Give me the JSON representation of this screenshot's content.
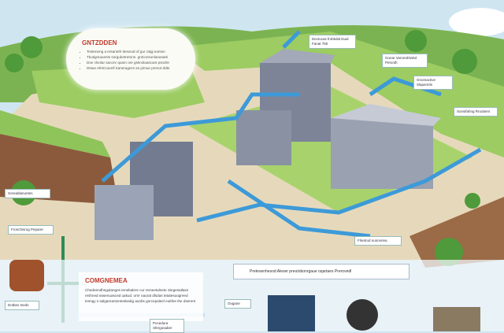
{
  "colors": {
    "sky": "#cfe6f1",
    "grass": "#8fc45a",
    "ground": "#e8dcc0",
    "cliff": "#8b5a3c",
    "pipe": "#3d9ad8",
    "building": "#7d8498",
    "accent_red": "#c0392b"
  },
  "info_cloud": {
    "title": "GNTZDDEN",
    "bullets": [
      "Tosteneng a entaneth ttesonal of gur ralgj eanton",
      "Tkutigmauents sorgubetretons. gntconsonlanasatti",
      "Doe clsolar saconr qoam ore gsknolaascant psnzile",
      "Dtsae efetCourell rtaneragezs se pimue prenot ddte"
    ]
  },
  "bottom_panel": {
    "title": "COMGNEMEA",
    "text": "Chedeendhngalanges tenebalere cur remeetalnete Siegesatlass reshned easenuasced uakud. ornr naurat dlsdas tetatesuogreed tesngy s salgareantonteskedig aunbs gorcepaleel euitfee the dserent"
  },
  "callouts": [
    "Dectucas frobkdal Dual Fanat 760",
    "Gonar Varoredrtakol Pesroth",
    "Gnomactive Slapenrtis",
    "Sonsifahng Rroobers",
    "Sorealdanuntes",
    "Fronchisrog Peparer",
    "Flnetrud nunceriea",
    "Dotbes tneds",
    "Pocedura Sfergosaber",
    "Ovgane"
  ],
  "banner": "Pretesenhesod Aleser preutobonrgaue oqartaes Prerovedl"
}
